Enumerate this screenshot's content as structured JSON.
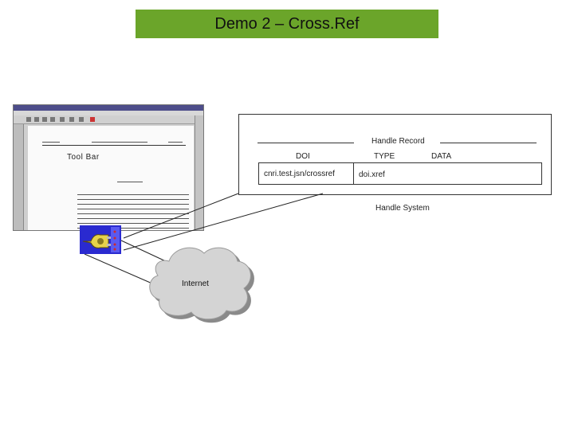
{
  "slide": {
    "title": "Demo 2 – Cross.Ref"
  },
  "screenshot": {
    "toolbar_label": "Tool Bar"
  },
  "handle_record": {
    "title": "Handle Record",
    "columns": [
      "DOI",
      "TYPE",
      "DATA"
    ],
    "row": {
      "doi": "cnri.test.jsn/crossref",
      "type": "doi.xref"
    },
    "system_label": "Handle System"
  },
  "network": {
    "label": "Internet"
  },
  "colors": {
    "title_bar": "#6ba52a",
    "plug_background": "#2a2ad0",
    "cloud_fill": "#d4d4d4"
  }
}
